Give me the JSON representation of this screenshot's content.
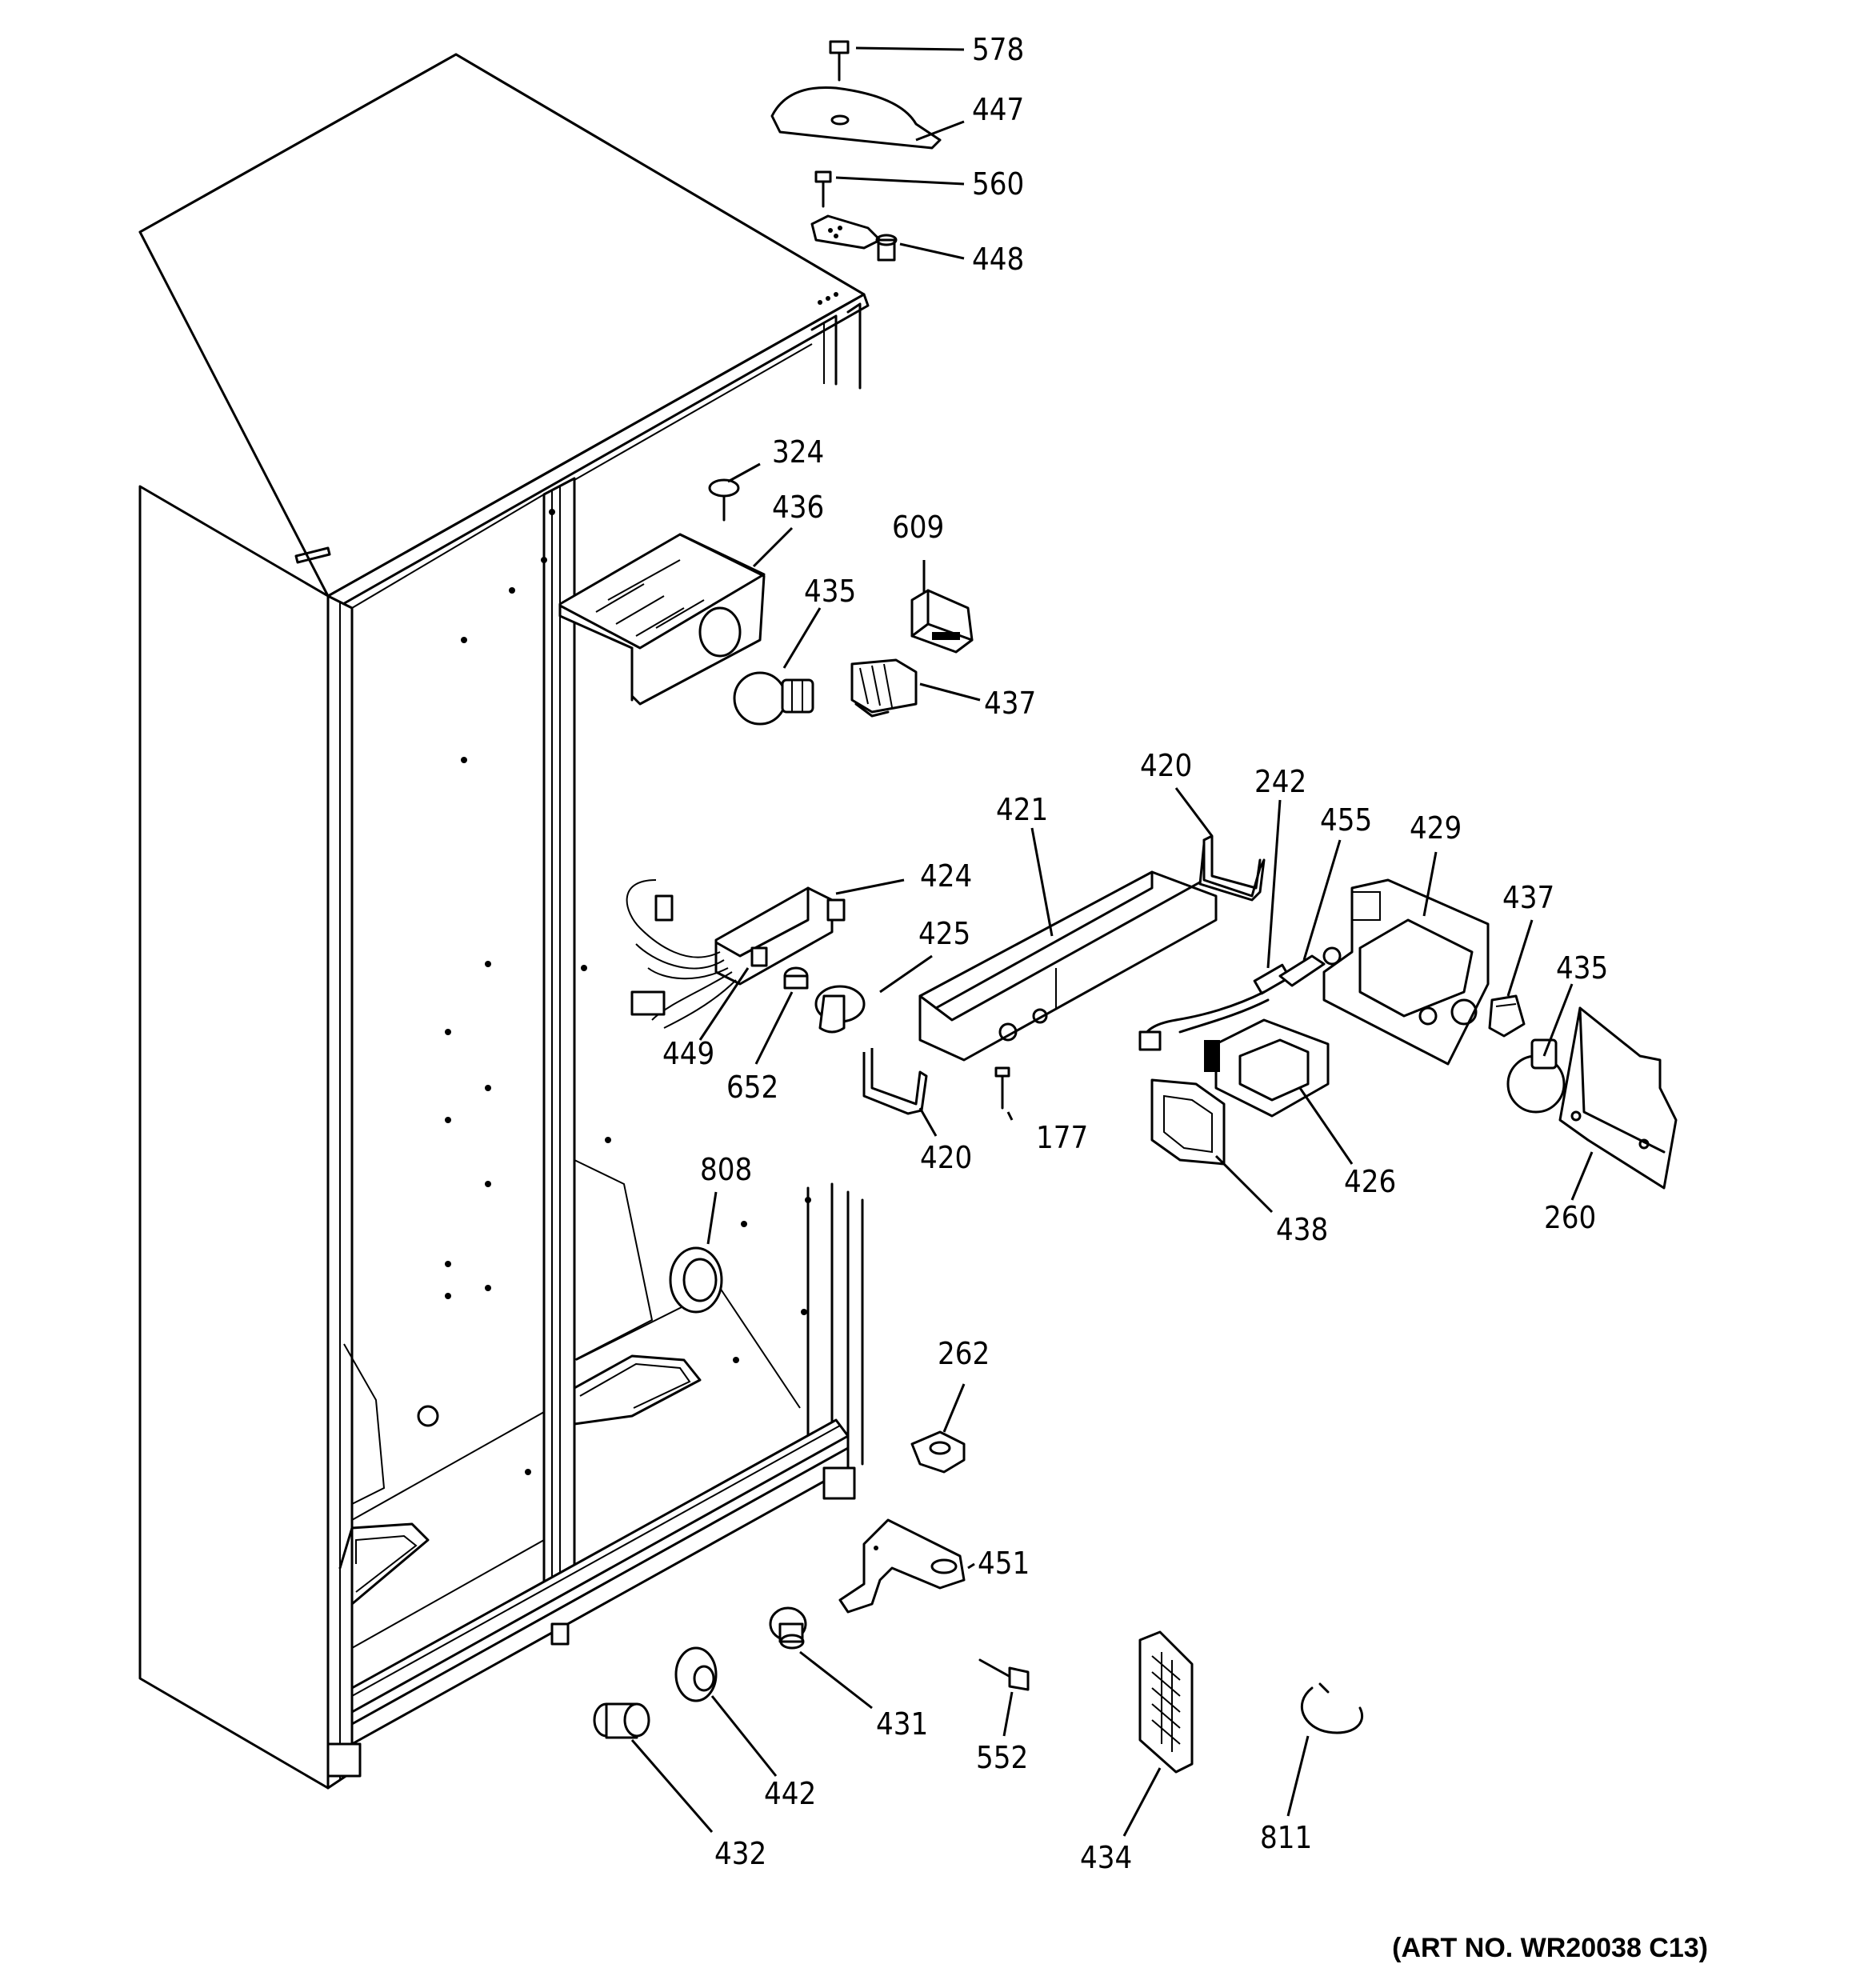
{
  "diagram": {
    "art_number": "(ART NO. WR20038 C13)",
    "callouts": [
      {
        "id": "578"
      },
      {
        "id": "447"
      },
      {
        "id": "560"
      },
      {
        "id": "448"
      },
      {
        "id": "324"
      },
      {
        "id": "436"
      },
      {
        "id": "609"
      },
      {
        "id": "435a",
        "text": "435"
      },
      {
        "id": "437a",
        "text": "437"
      },
      {
        "id": "420a",
        "text": "420"
      },
      {
        "id": "242"
      },
      {
        "id": "455"
      },
      {
        "id": "429"
      },
      {
        "id": "421"
      },
      {
        "id": "437b",
        "text": "437"
      },
      {
        "id": "424"
      },
      {
        "id": "435b",
        "text": "435"
      },
      {
        "id": "425"
      },
      {
        "id": "449"
      },
      {
        "id": "652"
      },
      {
        "id": "420b",
        "text": "420"
      },
      {
        "id": "177"
      },
      {
        "id": "426"
      },
      {
        "id": "260"
      },
      {
        "id": "438"
      },
      {
        "id": "808"
      },
      {
        "id": "262"
      },
      {
        "id": "451"
      },
      {
        "id": "431"
      },
      {
        "id": "552"
      },
      {
        "id": "442"
      },
      {
        "id": "432"
      },
      {
        "id": "434"
      },
      {
        "id": "811"
      }
    ]
  }
}
